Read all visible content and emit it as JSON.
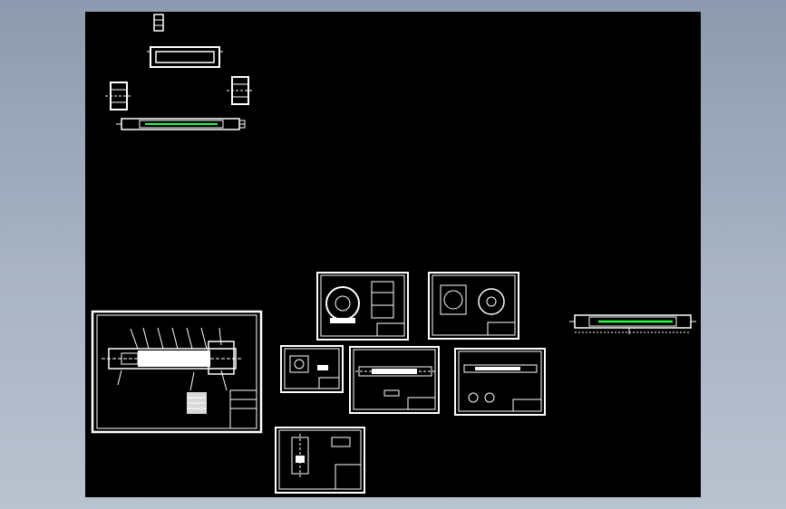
{
  "viewer": {
    "canvas_background": "#000000",
    "outer_background": "#9aa6b8",
    "line_color": "#ffffff",
    "highlight_color": "#22ff44"
  },
  "drawing": {
    "sheets": [
      {
        "id": "assembly-sheet"
      },
      {
        "id": "detail-sheet-1"
      },
      {
        "id": "detail-sheet-2"
      },
      {
        "id": "detail-sheet-3"
      },
      {
        "id": "detail-sheet-4"
      },
      {
        "id": "detail-sheet-5"
      },
      {
        "id": "detail-sheet-6"
      }
    ]
  }
}
